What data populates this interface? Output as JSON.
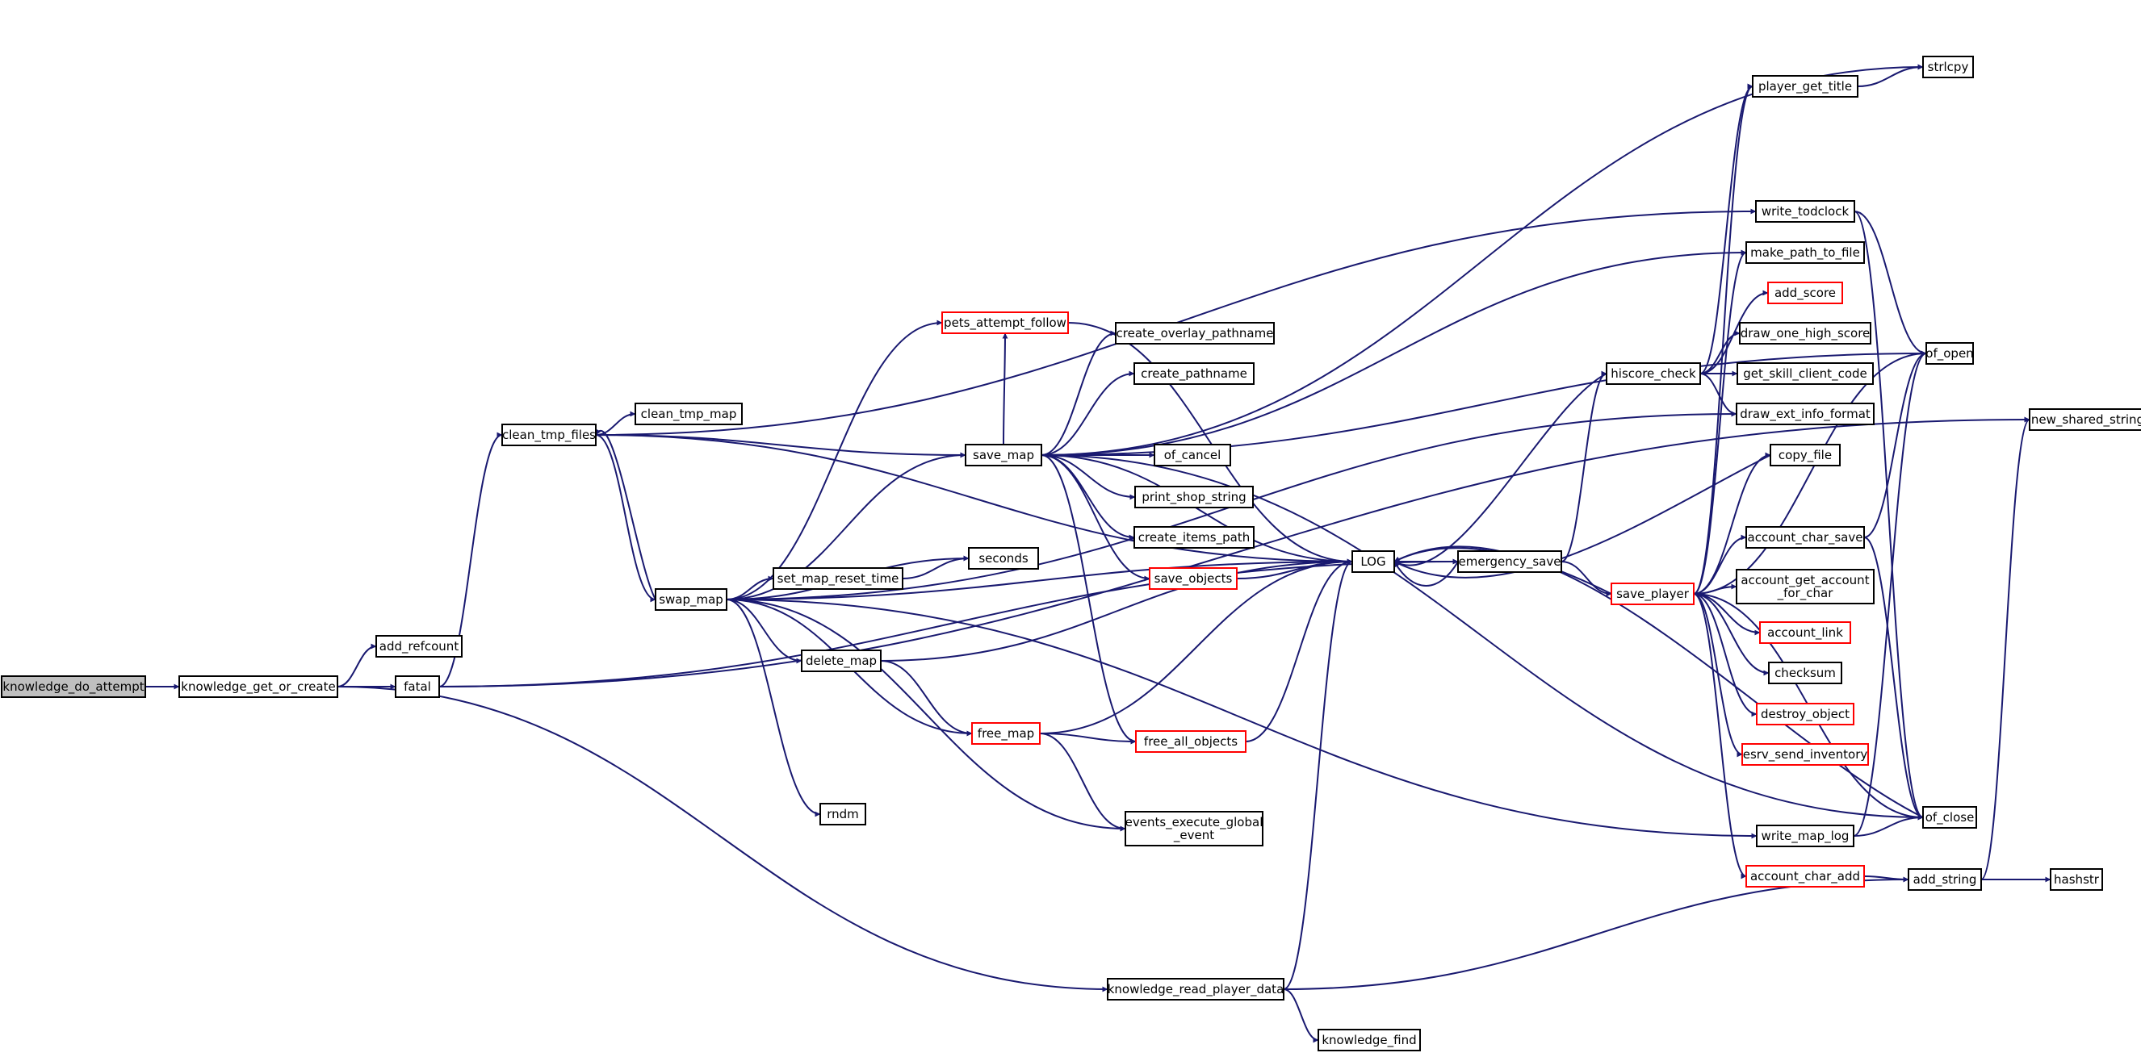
{
  "colors": {
    "edge": "#191970",
    "node_border": "#000000",
    "node_border_incomplete": "#ff0000",
    "node_fill": "#ffffff",
    "root_fill": "#bfbfbf"
  },
  "nodes": [
    {
      "id": "knowledge_do_attempt",
      "lines": [
        "knowledge_do_attempt"
      ],
      "root": true
    },
    {
      "id": "knowledge_get_or_create",
      "lines": [
        "knowledge_get_or_create"
      ]
    },
    {
      "id": "add_refcount",
      "lines": [
        "add_refcount"
      ]
    },
    {
      "id": "fatal",
      "lines": [
        "fatal"
      ]
    },
    {
      "id": "clean_tmp_files",
      "lines": [
        "clean_tmp_files"
      ]
    },
    {
      "id": "clean_tmp_map",
      "lines": [
        "clean_tmp_map"
      ]
    },
    {
      "id": "swap_map",
      "lines": [
        "swap_map"
      ]
    },
    {
      "id": "save_map",
      "lines": [
        "save_map"
      ]
    },
    {
      "id": "pets_attempt_follow",
      "lines": [
        "pets_attempt_follow"
      ],
      "incomplete": true
    },
    {
      "id": "create_overlay_pathname",
      "lines": [
        "create_overlay_pathname"
      ]
    },
    {
      "id": "create_pathname",
      "lines": [
        "create_pathname"
      ]
    },
    {
      "id": "of_cancel",
      "lines": [
        "of_cancel"
      ]
    },
    {
      "id": "print_shop_string",
      "lines": [
        "print_shop_string"
      ]
    },
    {
      "id": "create_items_path",
      "lines": [
        "create_items_path"
      ]
    },
    {
      "id": "save_objects",
      "lines": [
        "save_objects"
      ],
      "incomplete": true
    },
    {
      "id": "seconds",
      "lines": [
        "seconds"
      ]
    },
    {
      "id": "set_map_reset_time",
      "lines": [
        "set_map_reset_time"
      ]
    },
    {
      "id": "delete_map",
      "lines": [
        "delete_map"
      ]
    },
    {
      "id": "free_map",
      "lines": [
        "free_map"
      ],
      "incomplete": true
    },
    {
      "id": "free_all_objects",
      "lines": [
        "free_all_objects"
      ],
      "incomplete": true
    },
    {
      "id": "rndm",
      "lines": [
        "rndm"
      ]
    },
    {
      "id": "events_execute_global_event",
      "lines": [
        "events_execute_global",
        "_event"
      ]
    },
    {
      "id": "LOG",
      "lines": [
        "LOG"
      ]
    },
    {
      "id": "emergency_save",
      "lines": [
        "emergency_save"
      ]
    },
    {
      "id": "save_player",
      "lines": [
        "save_player"
      ],
      "incomplete": true
    },
    {
      "id": "hiscore_check",
      "lines": [
        "hiscore_check"
      ]
    },
    {
      "id": "player_get_title",
      "lines": [
        "player_get_title"
      ]
    },
    {
      "id": "strlcpy",
      "lines": [
        "strlcpy"
      ]
    },
    {
      "id": "write_todclock",
      "lines": [
        "write_todclock"
      ]
    },
    {
      "id": "make_path_to_file",
      "lines": [
        "make_path_to_file"
      ]
    },
    {
      "id": "add_score",
      "lines": [
        "add_score"
      ],
      "incomplete": true
    },
    {
      "id": "draw_one_high_score",
      "lines": [
        "draw_one_high_score"
      ]
    },
    {
      "id": "get_skill_client_code",
      "lines": [
        "get_skill_client_code"
      ]
    },
    {
      "id": "draw_ext_info_format",
      "lines": [
        "draw_ext_info_format"
      ]
    },
    {
      "id": "of_open",
      "lines": [
        "of_open"
      ]
    },
    {
      "id": "copy_file",
      "lines": [
        "copy_file"
      ]
    },
    {
      "id": "account_char_save",
      "lines": [
        "account_char_save"
      ]
    },
    {
      "id": "account_get_account_for_char",
      "lines": [
        "account_get_account",
        "_for_char"
      ]
    },
    {
      "id": "account_link",
      "lines": [
        "account_link"
      ],
      "incomplete": true
    },
    {
      "id": "checksum",
      "lines": [
        "checksum"
      ]
    },
    {
      "id": "destroy_object",
      "lines": [
        "destroy_object"
      ],
      "incomplete": true
    },
    {
      "id": "esrv_send_inventory",
      "lines": [
        "esrv_send_inventory"
      ],
      "incomplete": true
    },
    {
      "id": "write_map_log",
      "lines": [
        "write_map_log"
      ]
    },
    {
      "id": "account_char_add",
      "lines": [
        "account_char_add"
      ],
      "incomplete": true
    },
    {
      "id": "of_close",
      "lines": [
        "of_close"
      ]
    },
    {
      "id": "add_string",
      "lines": [
        "add_string"
      ]
    },
    {
      "id": "hashstr",
      "lines": [
        "hashstr"
      ]
    },
    {
      "id": "new_shared_string",
      "lines": [
        "new_shared_string"
      ]
    },
    {
      "id": "knowledge_read_player_data",
      "lines": [
        "knowledge_read_player_data"
      ]
    },
    {
      "id": "knowledge_find",
      "lines": [
        "knowledge_find"
      ]
    }
  ],
  "edges": [
    {
      "from": "knowledge_do_attempt",
      "to": "knowledge_get_or_create"
    },
    {
      "from": "knowledge_get_or_create",
      "to": "add_refcount"
    },
    {
      "from": "knowledge_get_or_create",
      "to": "fatal"
    },
    {
      "from": "knowledge_get_or_create",
      "to": "knowledge_read_player_data"
    },
    {
      "from": "fatal",
      "to": "clean_tmp_files"
    },
    {
      "from": "fatal",
      "to": "emergency_save"
    },
    {
      "from": "fatal",
      "to": "new_shared_string"
    },
    {
      "from": "clean_tmp_files",
      "to": "clean_tmp_map"
    },
    {
      "from": "clean_tmp_files",
      "to": "save_map"
    },
    {
      "from": "clean_tmp_files",
      "to": "swap_map"
    },
    {
      "from": "clean_tmp_files",
      "to": "write_todclock"
    },
    {
      "from": "clean_tmp_files",
      "to": "LOG"
    },
    {
      "from": "swap_map",
      "to": "save_map"
    },
    {
      "from": "swap_map",
      "to": "pets_attempt_follow"
    },
    {
      "from": "swap_map",
      "to": "seconds"
    },
    {
      "from": "swap_map",
      "to": "set_map_reset_time"
    },
    {
      "from": "swap_map",
      "to": "delete_map"
    },
    {
      "from": "swap_map",
      "to": "free_map"
    },
    {
      "from": "swap_map",
      "to": "rndm"
    },
    {
      "from": "swap_map",
      "to": "events_execute_global_event"
    },
    {
      "from": "swap_map",
      "to": "LOG"
    },
    {
      "from": "swap_map",
      "to": "write_map_log"
    },
    {
      "from": "swap_map",
      "to": "draw_ext_info_format"
    },
    {
      "from": "swap_map",
      "to": "clean_tmp_files"
    },
    {
      "from": "save_map",
      "to": "pets_attempt_follow"
    },
    {
      "from": "save_map",
      "to": "create_overlay_pathname"
    },
    {
      "from": "save_map",
      "to": "create_pathname"
    },
    {
      "from": "save_map",
      "to": "of_cancel"
    },
    {
      "from": "save_map",
      "to": "print_shop_string"
    },
    {
      "from": "save_map",
      "to": "create_items_path"
    },
    {
      "from": "save_map",
      "to": "save_objects"
    },
    {
      "from": "save_map",
      "to": "free_all_objects"
    },
    {
      "from": "save_map",
      "to": "LOG"
    },
    {
      "from": "save_map",
      "to": "make_path_to_file"
    },
    {
      "from": "save_map",
      "to": "strlcpy"
    },
    {
      "from": "save_map",
      "to": "of_open"
    },
    {
      "from": "save_map",
      "to": "of_close"
    },
    {
      "from": "pets_attempt_follow",
      "to": "LOG"
    },
    {
      "from": "save_objects",
      "to": "LOG"
    },
    {
      "from": "set_map_reset_time",
      "to": "seconds"
    },
    {
      "from": "delete_map",
      "to": "free_map"
    },
    {
      "from": "delete_map",
      "to": "LOG"
    },
    {
      "from": "free_map",
      "to": "free_all_objects"
    },
    {
      "from": "free_map",
      "to": "events_execute_global_event"
    },
    {
      "from": "free_map",
      "to": "LOG"
    },
    {
      "from": "free_all_objects",
      "to": "LOG"
    },
    {
      "from": "LOG",
      "to": "emergency_save"
    },
    {
      "from": "emergency_save",
      "to": "LOG"
    },
    {
      "from": "emergency_save",
      "to": "save_player"
    },
    {
      "from": "emergency_save",
      "to": "hiscore_check"
    },
    {
      "from": "save_player",
      "to": "LOG"
    },
    {
      "from": "save_player",
      "to": "player_get_title"
    },
    {
      "from": "save_player",
      "to": "make_path_to_file"
    },
    {
      "from": "save_player",
      "to": "copy_file"
    },
    {
      "from": "save_player",
      "to": "account_char_save"
    },
    {
      "from": "save_player",
      "to": "account_get_account_for_char"
    },
    {
      "from": "save_player",
      "to": "account_link"
    },
    {
      "from": "save_player",
      "to": "checksum"
    },
    {
      "from": "save_player",
      "to": "destroy_object"
    },
    {
      "from": "save_player",
      "to": "esrv_send_inventory"
    },
    {
      "from": "save_player",
      "to": "account_char_add"
    },
    {
      "from": "save_player",
      "to": "of_close"
    },
    {
      "from": "save_player",
      "to": "of_open"
    },
    {
      "from": "hiscore_check",
      "to": "LOG"
    },
    {
      "from": "hiscore_check",
      "to": "add_score"
    },
    {
      "from": "hiscore_check",
      "to": "draw_one_high_score"
    },
    {
      "from": "hiscore_check",
      "to": "get_skill_client_code"
    },
    {
      "from": "hiscore_check",
      "to": "draw_ext_info_format"
    },
    {
      "from": "hiscore_check",
      "to": "player_get_title"
    },
    {
      "from": "player_get_title",
      "to": "strlcpy"
    },
    {
      "from": "write_todclock",
      "to": "of_open"
    },
    {
      "from": "write_todclock",
      "to": "of_close"
    },
    {
      "from": "copy_file",
      "to": "LOG"
    },
    {
      "from": "account_char_save",
      "to": "of_open"
    },
    {
      "from": "account_char_save",
      "to": "of_close"
    },
    {
      "from": "write_map_log",
      "to": "of_open"
    },
    {
      "from": "write_map_log",
      "to": "of_close"
    },
    {
      "from": "account_char_add",
      "to": "add_string"
    },
    {
      "from": "of_close",
      "to": "LOG"
    },
    {
      "from": "add_string",
      "to": "hashstr"
    },
    {
      "from": "add_string",
      "to": "new_shared_string"
    },
    {
      "from": "knowledge_read_player_data",
      "to": "LOG"
    },
    {
      "from": "knowledge_read_player_data",
      "to": "add_string"
    },
    {
      "from": "knowledge_read_player_data",
      "to": "knowledge_find"
    }
  ]
}
